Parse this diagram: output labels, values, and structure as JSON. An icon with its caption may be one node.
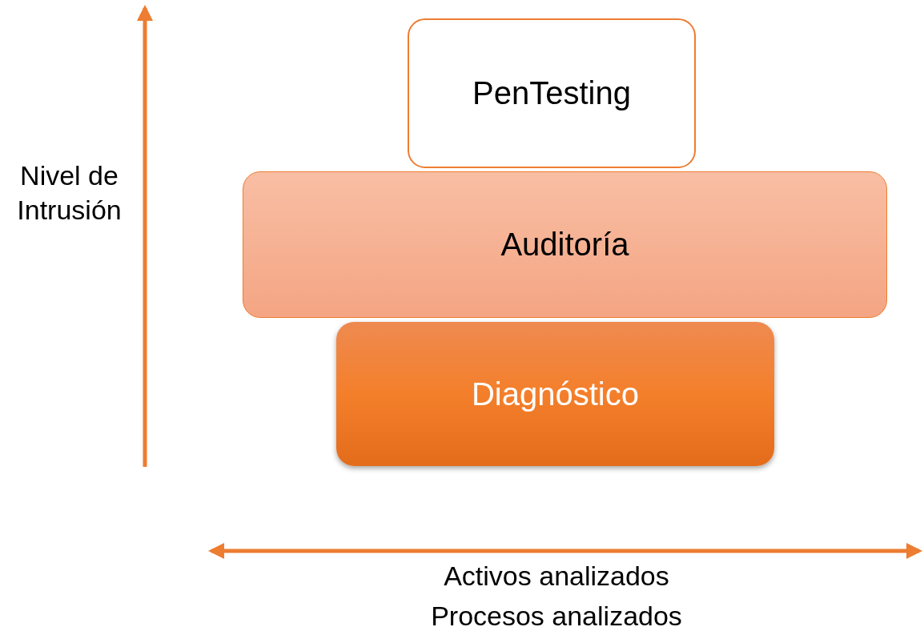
{
  "diagram": {
    "nodes": [
      {
        "text": [
          "PenTesting"
        ]
      },
      {
        "text": [
          "Auditoría"
        ]
      },
      {
        "text": [
          "Diagnóstico"
        ]
      }
    ],
    "labels": [
      "Nivel de Intrusión",
      "Activos analizados",
      "Procesos analizados"
    ]
  }
}
